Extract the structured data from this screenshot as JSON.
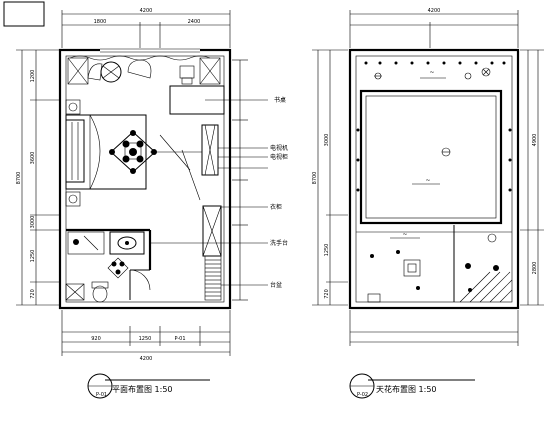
{
  "plan_left": {
    "title": "平面布置图 1:50",
    "sheet_no": "P-01",
    "top_dims": [
      "4200",
      "1800",
      "2400"
    ],
    "bottom_dims": [
      "920",
      "1250",
      "P-01",
      "4200"
    ],
    "left_dims": [
      "8700",
      "1200",
      "3600",
      "3000",
      "1250",
      "720"
    ],
    "callouts": [
      "书桌",
      "电视机",
      "电视柜",
      "衣柜",
      "洗手台",
      "台盆"
    ]
  },
  "plan_right": {
    "title": "天花布置图 1:50",
    "sheet_no": "P-02",
    "top_dims": [
      "4200"
    ],
    "right_dims": [
      "4900",
      "2800"
    ],
    "left_dims": [
      "8700",
      "3000",
      "1250",
      "720"
    ]
  }
}
